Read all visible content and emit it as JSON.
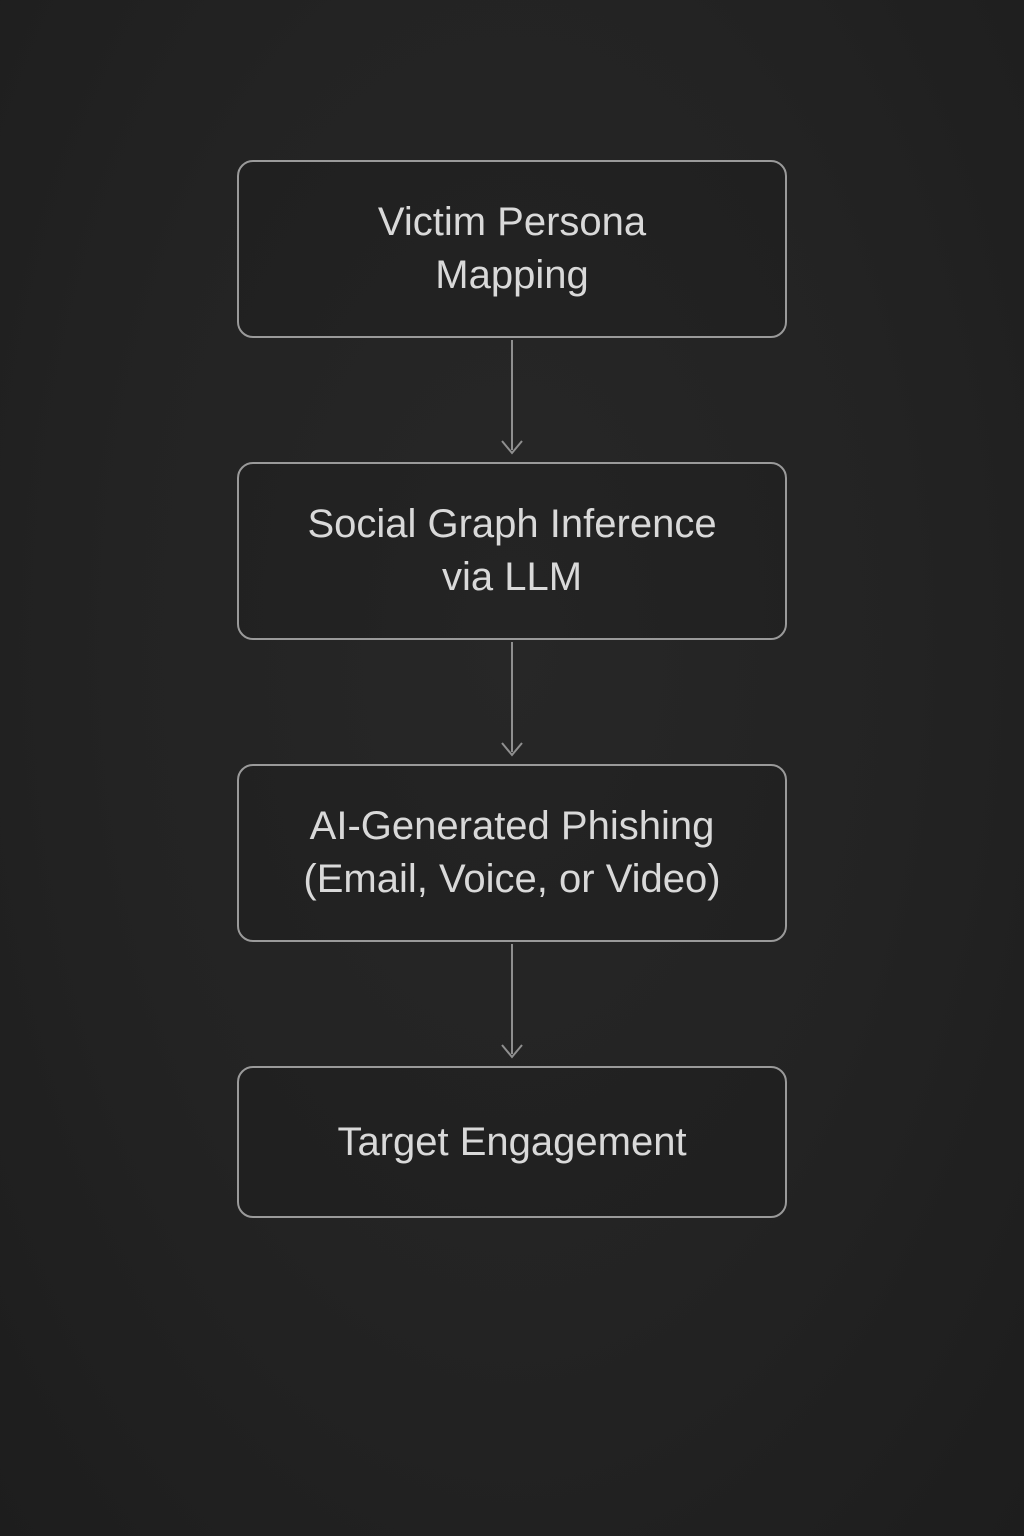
{
  "diagram": {
    "type": "flowchart",
    "direction": "top-down",
    "colors": {
      "background": "#232323",
      "box_border": "#9a9a9a",
      "text": "#d9d9d9",
      "arrow": "#8f8f8f"
    },
    "nodes": [
      {
        "line1": "Victim Persona",
        "line2": "Mapping"
      },
      {
        "line1": "Social Graph Inference",
        "line2": "via LLM"
      },
      {
        "line1": "AI-Generated Phishing",
        "line2": "(Email, Voice, or Video)"
      },
      {
        "line1": "Target Engagement"
      }
    ],
    "edges": [
      {
        "from": 0,
        "to": 1
      },
      {
        "from": 1,
        "to": 2
      },
      {
        "from": 2,
        "to": 3
      }
    ]
  }
}
